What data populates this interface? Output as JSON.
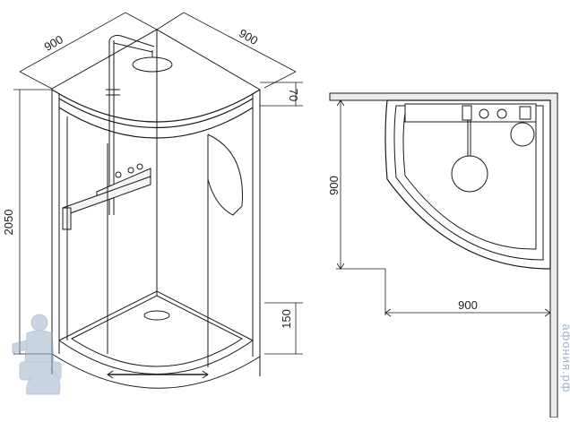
{
  "isometric": {
    "dims": {
      "width_left": "900",
      "width_right": "900",
      "height": "2050",
      "tray_height": "150",
      "top_offset": "70"
    }
  },
  "plan": {
    "dims": {
      "depth": "900",
      "width": "900"
    }
  },
  "watermark": {
    "text": "aфония.рф"
  },
  "colors": {
    "line": "#1a1a1a",
    "glass_fill": "#f4f4f4",
    "wall_fill": "#ececec",
    "watermark": "#9db4cc"
  },
  "icons": [
    "plumber-mascot-logo"
  ]
}
